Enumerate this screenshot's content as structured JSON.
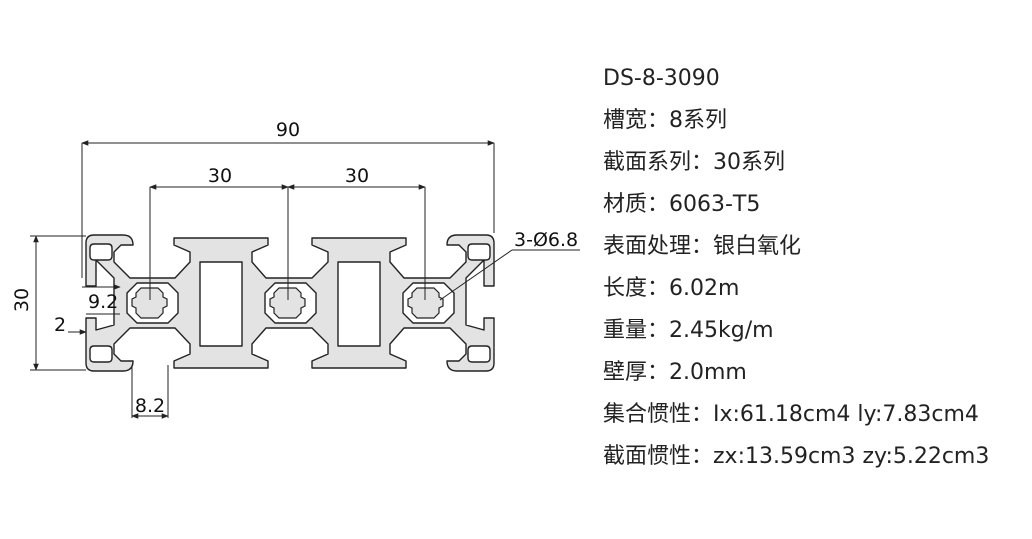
{
  "diagram": {
    "dimensions": {
      "overall_width": "90",
      "pitch_left": "30",
      "pitch_right": "30",
      "height": "30",
      "hole_callout": "3-Ø6.8",
      "slot_depth": "9.2",
      "wall": "2",
      "slot_width": "8.2"
    },
    "profile_fill": "#e3e3e3",
    "line_color": "#222222"
  },
  "specs": {
    "model": "DS-8-3090",
    "lines": [
      "槽宽：8系列",
      "截面系列：30系列",
      "材质：6063-T5",
      "表面处理：银白氧化",
      "长度：6.02m",
      "重量：2.45kg/m",
      "壁厚：2.0mm",
      "集合惯性：Ix:61.18cm4 ly:7.83cm4",
      "截面惯性：zx:13.59cm3 zy:5.22cm3"
    ]
  }
}
